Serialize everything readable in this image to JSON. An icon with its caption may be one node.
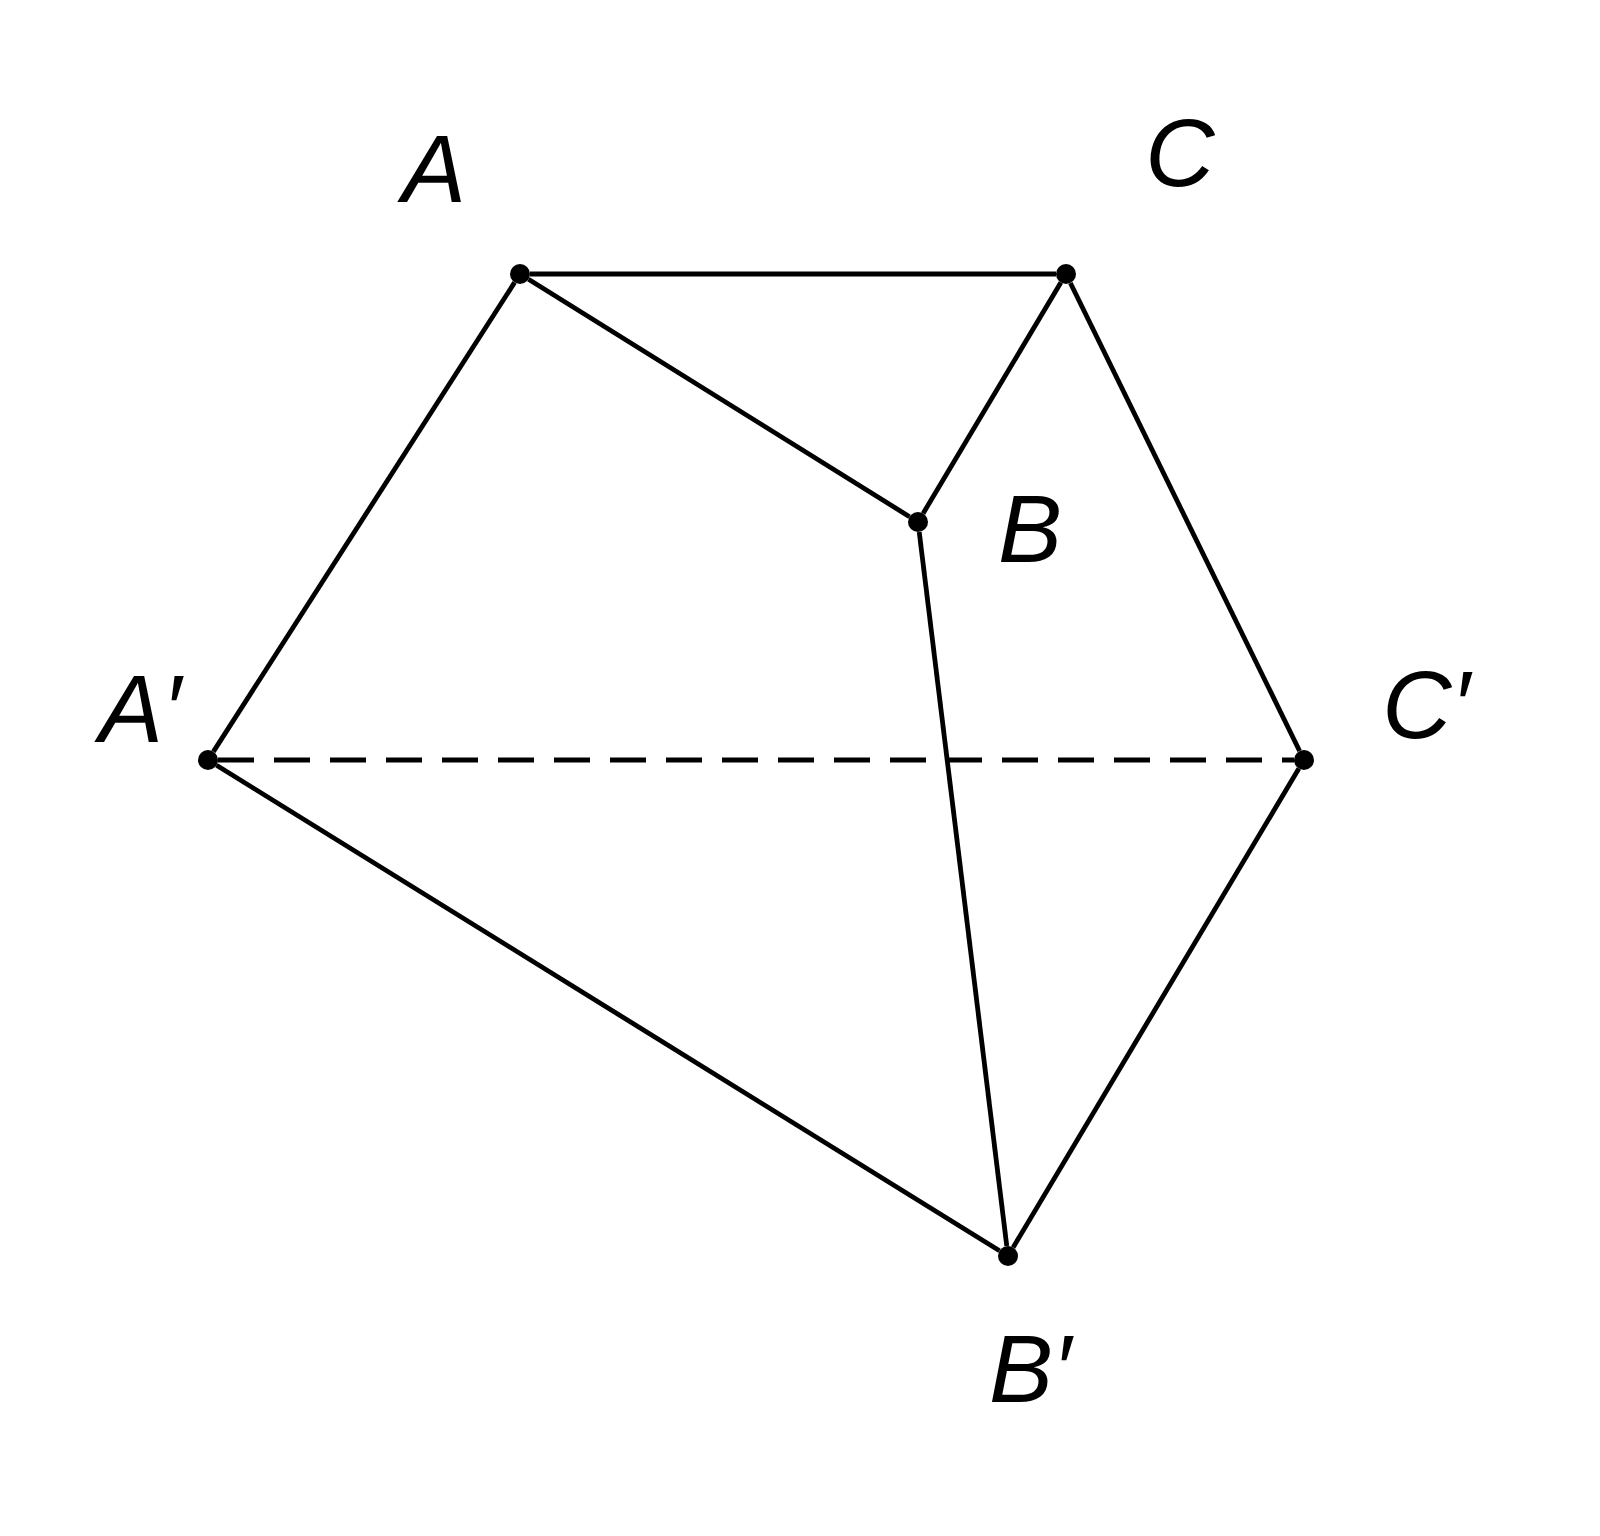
{
  "diagram": {
    "nodes": [
      {
        "text": [],
        "shape": "circle",
        "beside": [
          "A"
        ]
      },
      {
        "text": [],
        "shape": "circle",
        "beside": [
          "C"
        ]
      },
      {
        "text": [],
        "shape": "circle",
        "beside": [
          "B"
        ]
      },
      {
        "text": [],
        "shape": "circle",
        "beside": [
          "A′"
        ]
      },
      {
        "text": [],
        "shape": "circle",
        "beside": [
          "C′"
        ]
      },
      {
        "text": [],
        "shape": "circle",
        "beside": [
          "B′"
        ]
      }
    ],
    "edges": [
      {
        "from": 0,
        "to": 1,
        "arrow": "none"
      },
      {
        "from": 0,
        "to": 2,
        "arrow": "none"
      },
      {
        "from": 1,
        "to": 2,
        "arrow": "none"
      },
      {
        "from": 0,
        "to": 3,
        "arrow": "none"
      },
      {
        "from": 1,
        "to": 4,
        "arrow": "none"
      },
      {
        "from": 2,
        "to": 5,
        "arrow": "none"
      },
      {
        "from": 3,
        "to": 4,
        "arrow": "none",
        "style": "dashed"
      },
      {
        "from": 3,
        "to": 5,
        "arrow": "none"
      },
      {
        "from": 4,
        "to": 5,
        "arrow": "none"
      }
    ]
  }
}
